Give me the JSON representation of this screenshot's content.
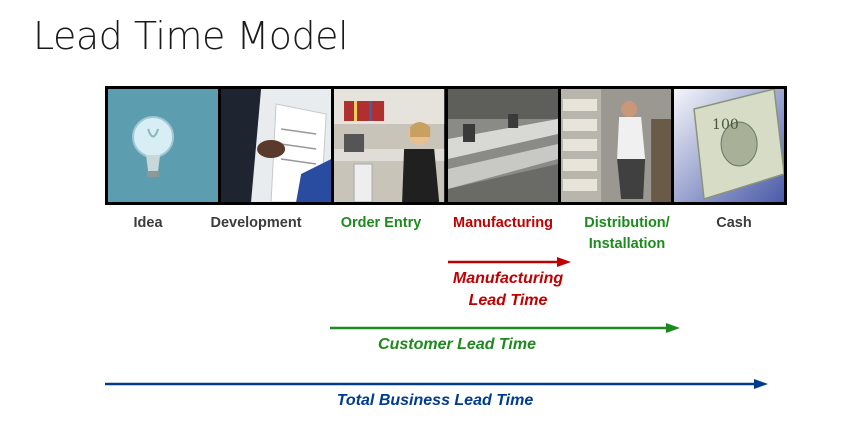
{
  "title": "Lead Time Model",
  "stages": [
    {
      "label": "Idea",
      "color": "#3c3c3c"
    },
    {
      "label": "Development",
      "color": "#3c3c3c"
    },
    {
      "label": "Order Entry",
      "color": "#1e8a1e"
    },
    {
      "label": "Manufacturing",
      "color": "#c00000"
    },
    {
      "label": "Distribution/",
      "label2": "Installation",
      "color": "#1e8a1e"
    },
    {
      "label": "Cash",
      "color": "#3c3c3c"
    }
  ],
  "lead_times": {
    "manufacturing": {
      "line1": "Manufacturing",
      "line2": "Lead Time",
      "color": "#c00000"
    },
    "customer": {
      "label": "Customer Lead Time",
      "color": "#1e8a1e"
    },
    "total": {
      "label": "Total Business Lead Time",
      "color": "#003b8e"
    }
  }
}
